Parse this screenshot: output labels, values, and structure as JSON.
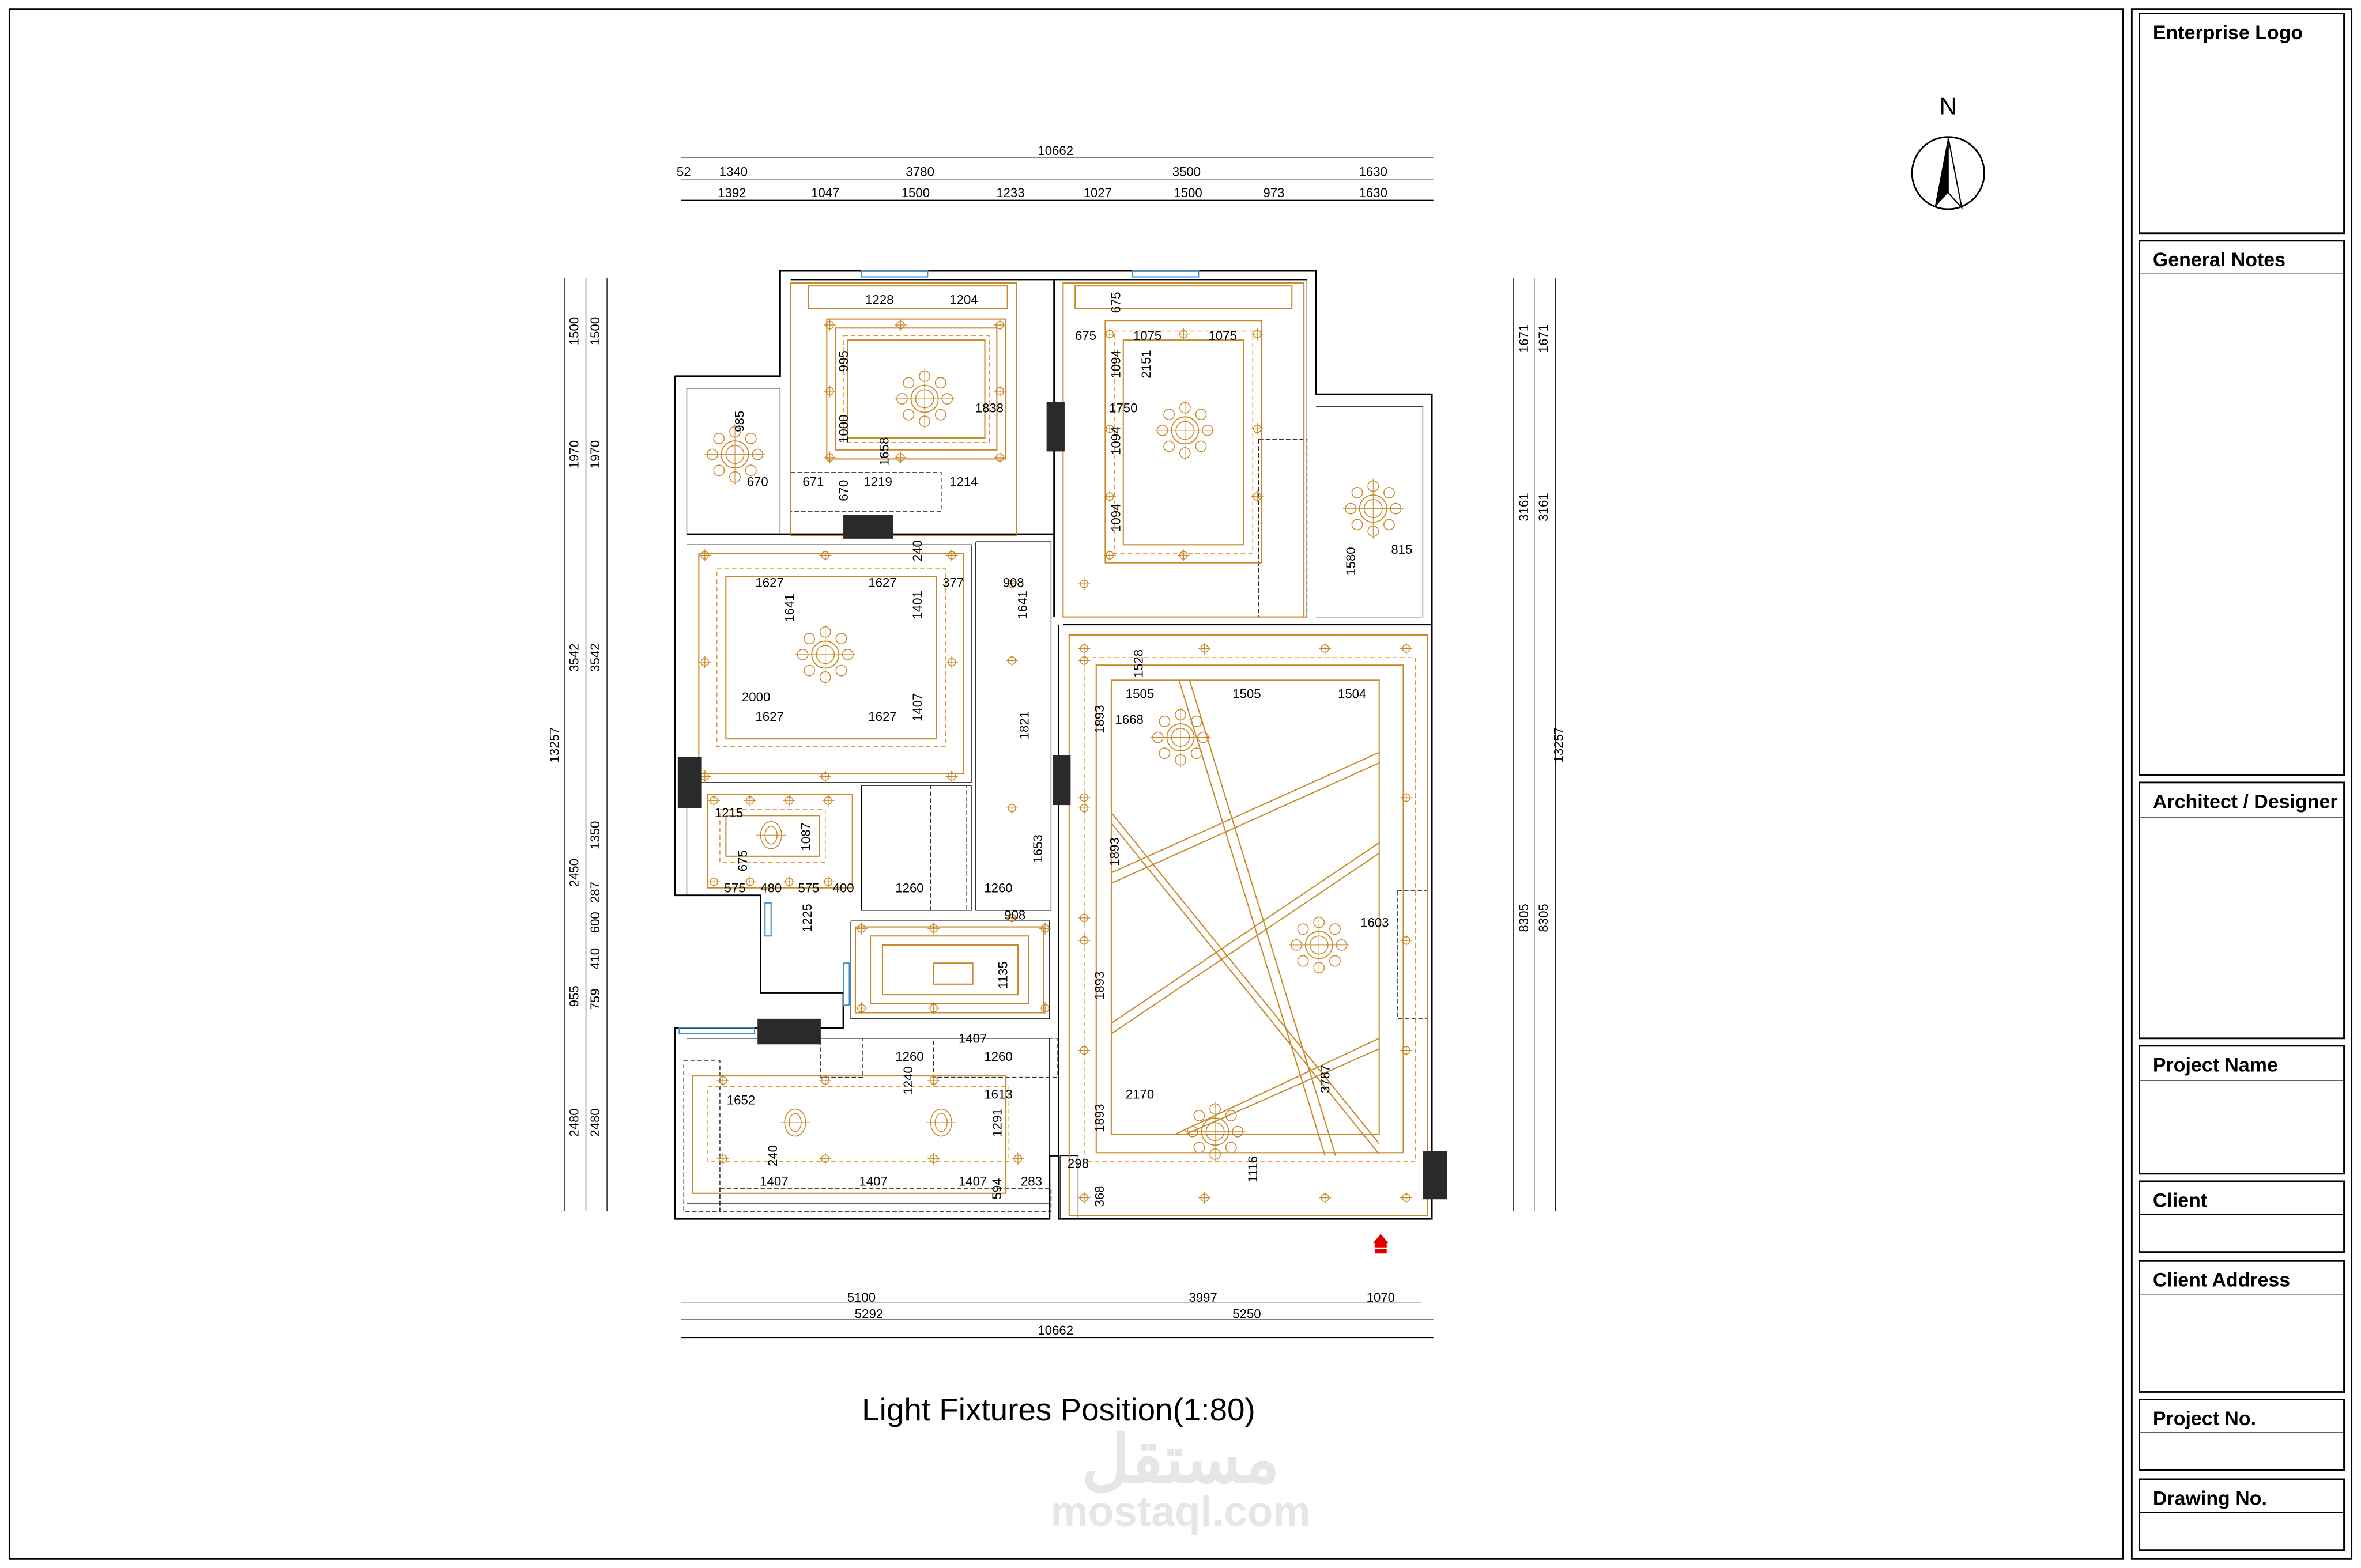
{
  "drawing": {
    "title": "Light Fixtures Position(1:80)",
    "north_label": "N",
    "watermark_arabic": "مستقل",
    "watermark_latin": "mostaql.com",
    "colors": {
      "ceiling": "#c8892a",
      "wall": "#000000",
      "window": "#3a8fd0",
      "entry_arrow": "#e00000",
      "column": "#2a2a2a"
    }
  },
  "dimensions": {
    "top": [
      "10662",
      "52",
      "1340",
      "3780",
      "3500",
      "1630",
      "1392",
      "1047",
      "1500",
      "1233",
      "1027",
      "1500",
      "973",
      "1630"
    ],
    "left": [
      "1500",
      "1500",
      "1970",
      "1970",
      "3542",
      "3542",
      "13257",
      "2450",
      "1350",
      "287",
      "600",
      "410",
      "955",
      "759",
      "2480",
      "2480"
    ],
    "right": [
      "1671",
      "1671",
      "3161",
      "3161",
      "13257",
      "8305",
      "8305"
    ],
    "bottom": [
      "5100",
      "3997",
      "1070",
      "5292",
      "5250",
      "10662"
    ],
    "interior": [
      "1228",
      "1204",
      "995",
      "1000",
      "1658",
      "1838",
      "985",
      "670",
      "671",
      "1219",
      "1214",
      "670",
      "675",
      "675",
      "1075",
      "1075",
      "2151",
      "1094",
      "1750",
      "1094",
      "1094",
      "1580",
      "815",
      "240",
      "1627",
      "1627",
      "377",
      "908",
      "1641",
      "1401",
      "1641",
      "2000",
      "1627",
      "1627",
      "1407",
      "1821",
      "1528",
      "1505",
      "1505",
      "1504",
      "1893",
      "1668",
      "1215",
      "1087",
      "675",
      "1653",
      "1893",
      "575",
      "480",
      "575",
      "400",
      "1260",
      "1260",
      "908",
      "1225",
      "1135",
      "1603",
      "1893",
      "1407",
      "1260",
      "1260",
      "1240",
      "1613",
      "1652",
      "2170",
      "1291",
      "3787",
      "1893",
      "240",
      "1407",
      "1407",
      "1407",
      "594",
      "283",
      "298",
      "368",
      "1116"
    ]
  },
  "title_block": {
    "sections": [
      "Enterprise Logo",
      "General Notes",
      "Architect / Designer",
      "Project Name",
      "Client",
      "Client Address",
      "Project No.",
      "Drawing No."
    ]
  }
}
